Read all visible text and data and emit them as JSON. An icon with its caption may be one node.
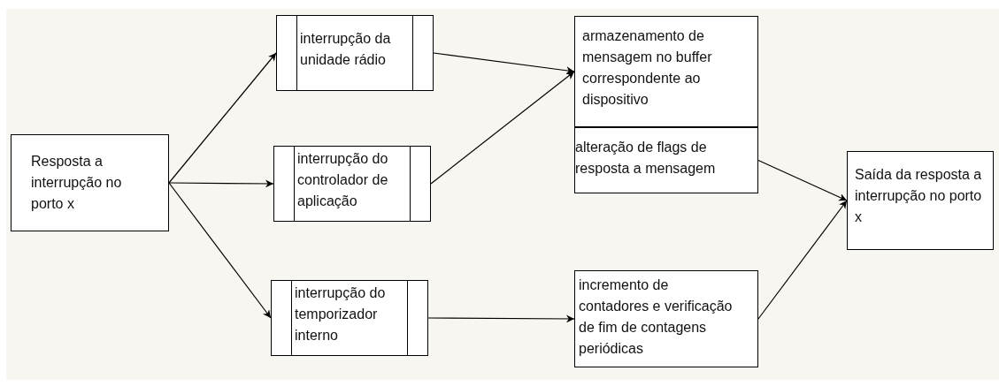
{
  "diagram": {
    "nodes": [
      {
        "text": [
          "Resposta a interrupção no porto x"
        ]
      },
      {
        "text": [
          "interrupção da unidade rádio"
        ]
      },
      {
        "text": [
          "interrupção do controlador de aplicação"
        ]
      },
      {
        "text": [
          "interrupção do temporizador interno"
        ]
      },
      {
        "text": [
          "armazenamento de mensagem no buffer correspondente ao dispositivo"
        ]
      },
      {
        "text": [
          "alteração de flags de resposta a mensagem"
        ]
      },
      {
        "text": [
          "incremento de contadores e verificação de fim de contagens periódicas"
        ]
      },
      {
        "text": [
          "Saída da resposta a interrupção no porto x"
        ]
      }
    ],
    "edges": [
      {
        "from": 0,
        "to": 1,
        "arrow": "to"
      },
      {
        "from": 0,
        "to": 2,
        "arrow": "to"
      },
      {
        "from": 0,
        "to": 3,
        "arrow": "to"
      },
      {
        "from": 1,
        "to": 4,
        "arrow": "to"
      },
      {
        "from": 2,
        "to": 4,
        "arrow": "to"
      },
      {
        "from": 3,
        "to": 6,
        "arrow": "to"
      },
      {
        "from": 5,
        "to": 7,
        "arrow": "to"
      },
      {
        "from": 6,
        "to": 7,
        "arrow": "to"
      }
    ]
  }
}
